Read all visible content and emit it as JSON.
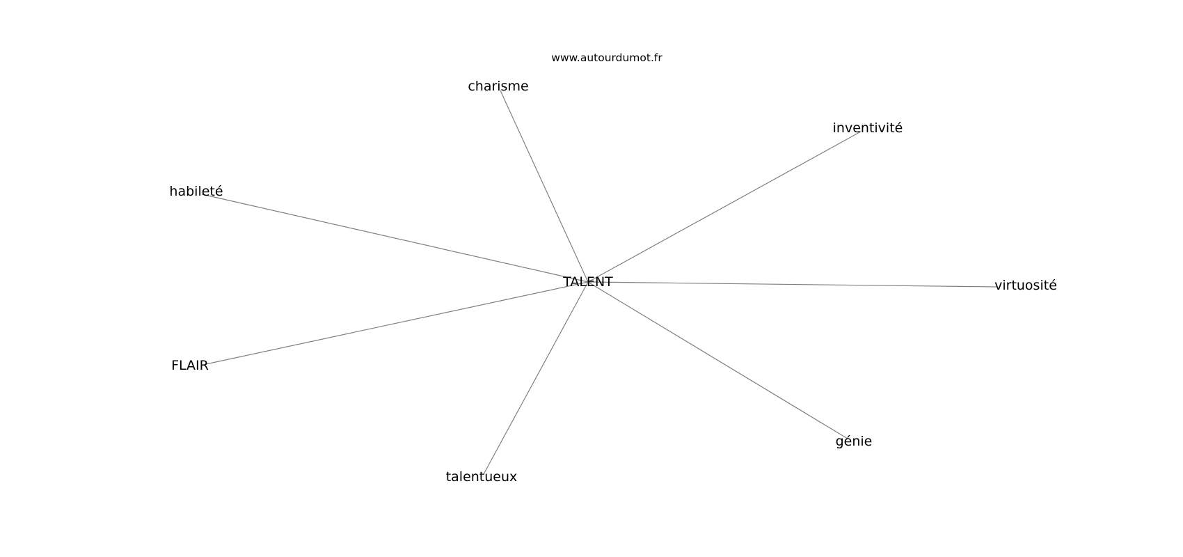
{
  "site": "www.autourdumot.fr",
  "center": {
    "id": "talent",
    "label": "TALENT"
  },
  "nodes": [
    {
      "id": "charisme",
      "label": "charisme"
    },
    {
      "id": "inventivite",
      "label": "inventivité"
    },
    {
      "id": "habilete",
      "label": "habileté"
    },
    {
      "id": "virtuosite",
      "label": "virtuosité"
    },
    {
      "id": "flair",
      "label": "FLAIR"
    },
    {
      "id": "genie",
      "label": "génie"
    },
    {
      "id": "talentueux",
      "label": "talentueux"
    }
  ],
  "edges": [
    [
      "talent",
      "charisme"
    ],
    [
      "talent",
      "inventivite"
    ],
    [
      "talent",
      "habilete"
    ],
    [
      "talent",
      "virtuosite"
    ],
    [
      "talent",
      "flair"
    ],
    [
      "talent",
      "genie"
    ],
    [
      "talent",
      "talentueux"
    ]
  ],
  "colors": {
    "edge": "#7f7f7f",
    "text": "#000000",
    "background": "#ffffff"
  }
}
